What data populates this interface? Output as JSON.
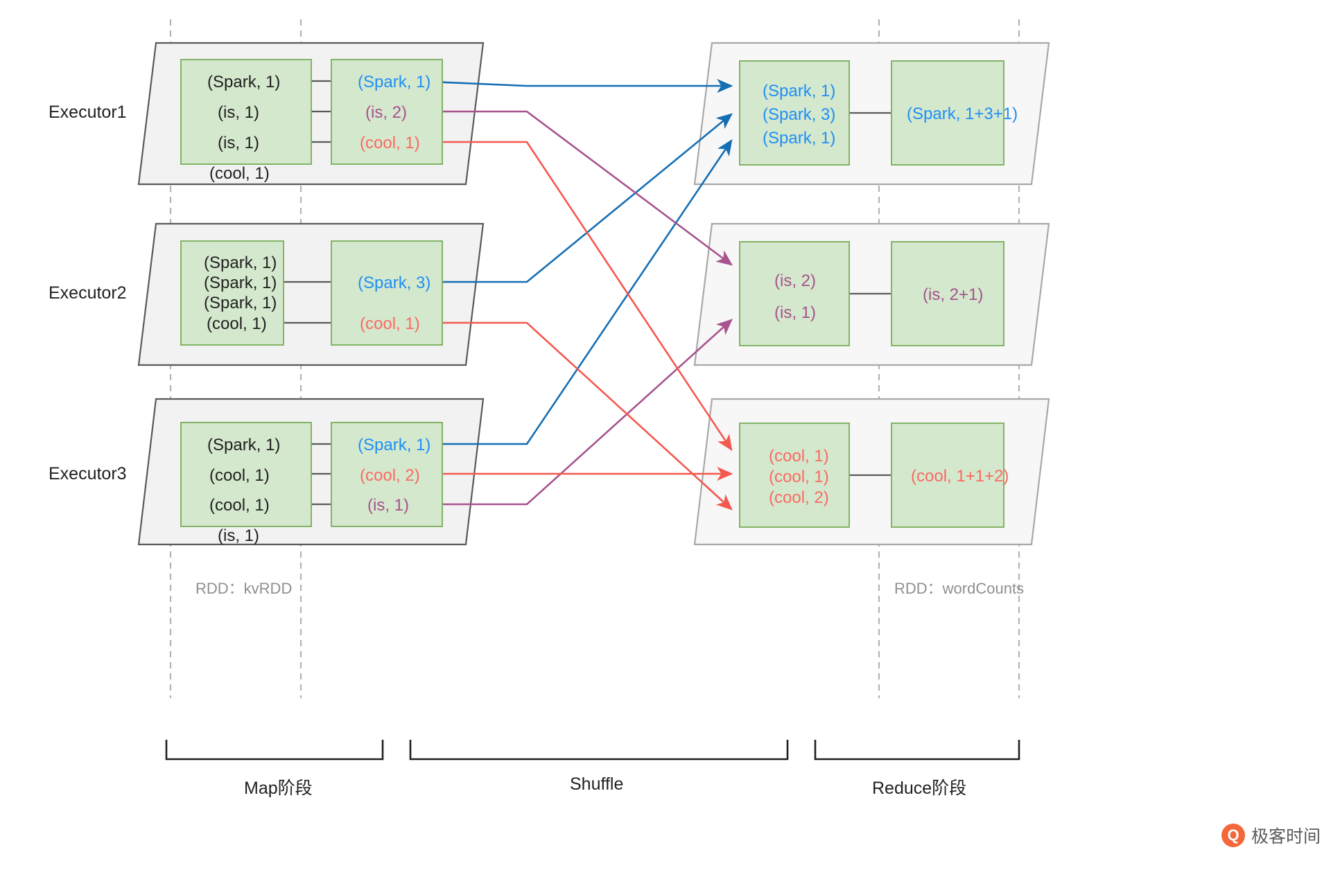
{
  "diagram": {
    "title": "Spark WordCount Map-Shuffle-Reduce",
    "colors": {
      "blue": "#1f8ff5",
      "red": "#fa6a63",
      "purple": "#a6538e",
      "gray_arrow": "#595959",
      "green_border": "#82b366",
      "green_fill": "#d4e8cd",
      "panel_fill": "#f2f2f2",
      "panel_border": "#595959",
      "dashed": "#b3b3b3"
    }
  },
  "executors": [
    {
      "name": "Executor1",
      "map_input": [
        {
          "text": "(Spark,  1)",
          "color": "black"
        },
        {
          "text": "(is,  1)",
          "color": "black"
        },
        {
          "text": "(is,  1)",
          "color": "black"
        },
        {
          "text": "(cool,  1)",
          "color": "black"
        }
      ],
      "map_output": [
        {
          "text": "(Spark,  1)",
          "color": "blue"
        },
        {
          "text": "(is,  2)",
          "color": "purple"
        },
        {
          "text": "(cool,  1)",
          "color": "red"
        }
      ]
    },
    {
      "name": "Executor2",
      "map_input": [
        {
          "text": "(Spark,  1)",
          "color": "black"
        },
        {
          "text": "(Spark,  1)",
          "color": "black"
        },
        {
          "text": "(Spark,  1)",
          "color": "black"
        },
        {
          "text": "(cool,  1)",
          "color": "black"
        }
      ],
      "map_output": [
        {
          "text": "(Spark,  3)",
          "color": "blue"
        },
        {
          "text": "(cool,  1)",
          "color": "red"
        }
      ]
    },
    {
      "name": "Executor3",
      "map_input": [
        {
          "text": "(Spark,  1)",
          "color": "black"
        },
        {
          "text": "(cool,  1)",
          "color": "black"
        },
        {
          "text": "(cool,  1)",
          "color": "black"
        },
        {
          "text": "(is,  1)",
          "color": "black"
        }
      ],
      "map_output": [
        {
          "text": "(Spark,  1)",
          "color": "blue"
        },
        {
          "text": "(cool,  2)",
          "color": "red"
        },
        {
          "text": "(is,  1)",
          "color": "purple"
        }
      ]
    }
  ],
  "reducers": [
    {
      "collected": [
        {
          "text": "(Spark,  1)",
          "color": "blue"
        },
        {
          "text": "(Spark,  3)",
          "color": "blue"
        },
        {
          "text": "(Spark,  1)",
          "color": "blue"
        }
      ],
      "result": {
        "text": "(Spark,  1+3+1)",
        "color": "blue"
      }
    },
    {
      "collected": [
        {
          "text": "(is,  2)",
          "color": "purple"
        },
        {
          "text": "(is,  1)",
          "color": "purple"
        }
      ],
      "result": {
        "text": "(is,  2+1)",
        "color": "purple"
      }
    },
    {
      "collected": [
        {
          "text": "(cool,  1)",
          "color": "red"
        },
        {
          "text": "(cool,  1)",
          "color": "red"
        },
        {
          "text": "(cool,  2)",
          "color": "red"
        }
      ],
      "result": {
        "text": "(cool,  1+1+2)",
        "color": "red"
      }
    }
  ],
  "rdd_labels": {
    "left": "RDD：kvRDD",
    "right": "RDD：wordCounts"
  },
  "stage_labels": {
    "map": "Map阶段",
    "shuffle": "Shuffle",
    "reduce": "Reduce阶段"
  },
  "watermark": {
    "glyph": "Q",
    "text": "极客时间"
  }
}
